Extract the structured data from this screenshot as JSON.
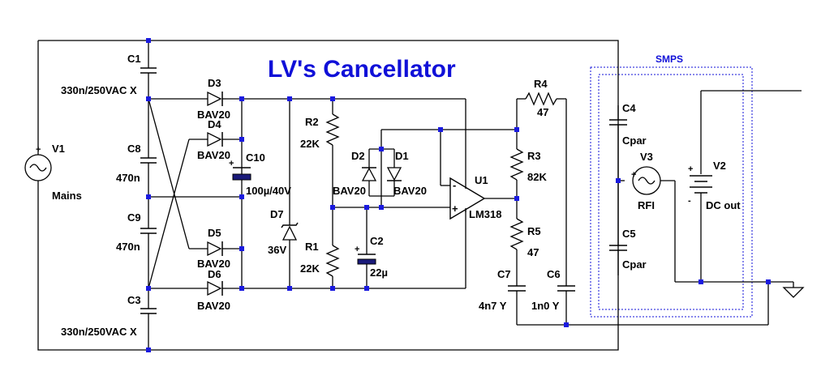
{
  "title": "LV's Cancellator",
  "smps_label": "SMPS",
  "components": {
    "V1": {
      "name": "V1",
      "value": "Mains"
    },
    "C1": {
      "name": "C1",
      "value": "330n/250VAC X"
    },
    "C3": {
      "name": "C3",
      "value": "330n/250VAC X"
    },
    "C8": {
      "name": "C8",
      "value": "470n"
    },
    "C9": {
      "name": "C9",
      "value": "470n"
    },
    "D3": {
      "name": "D3",
      "value": "BAV20"
    },
    "D4": {
      "name": "D4",
      "value": "BAV20"
    },
    "D5": {
      "name": "D5",
      "value": "BAV20"
    },
    "D6": {
      "name": "D6",
      "value": "BAV20"
    },
    "C10": {
      "name": "C10",
      "value": "100µ/40V"
    },
    "D7": {
      "name": "D7",
      "value": "36V"
    },
    "R2": {
      "name": "R2",
      "value": "22K"
    },
    "R1": {
      "name": "R1",
      "value": "22K"
    },
    "C2": {
      "name": "C2",
      "value": "22µ"
    },
    "D2": {
      "name": "D2",
      "value": "BAV20"
    },
    "D1": {
      "name": "D1",
      "value": "BAV20"
    },
    "U1": {
      "name": "U1",
      "value": "LM318"
    },
    "R4": {
      "name": "R4",
      "value": "47"
    },
    "R3": {
      "name": "R3",
      "value": "82K"
    },
    "R5": {
      "name": "R5",
      "value": "47"
    },
    "C7": {
      "name": "C7",
      "value": "4n7 Y"
    },
    "C6": {
      "name": "C6",
      "value": "1n0 Y"
    },
    "C4": {
      "name": "C4",
      "value": "Cpar"
    },
    "C5": {
      "name": "C5",
      "value": "Cpar"
    },
    "V3": {
      "name": "V3",
      "value": "RFI"
    },
    "V2": {
      "name": "V2",
      "value": "DC out"
    }
  },
  "opamp_pins": {
    "minus": "-",
    "plus": "+"
  },
  "battery_pins": {
    "plus": "+",
    "minus": "-"
  },
  "colors": {
    "wire": "#000000",
    "node": "#1a1adf",
    "title": "#1010d8",
    "smps_box": "#1010d8"
  }
}
